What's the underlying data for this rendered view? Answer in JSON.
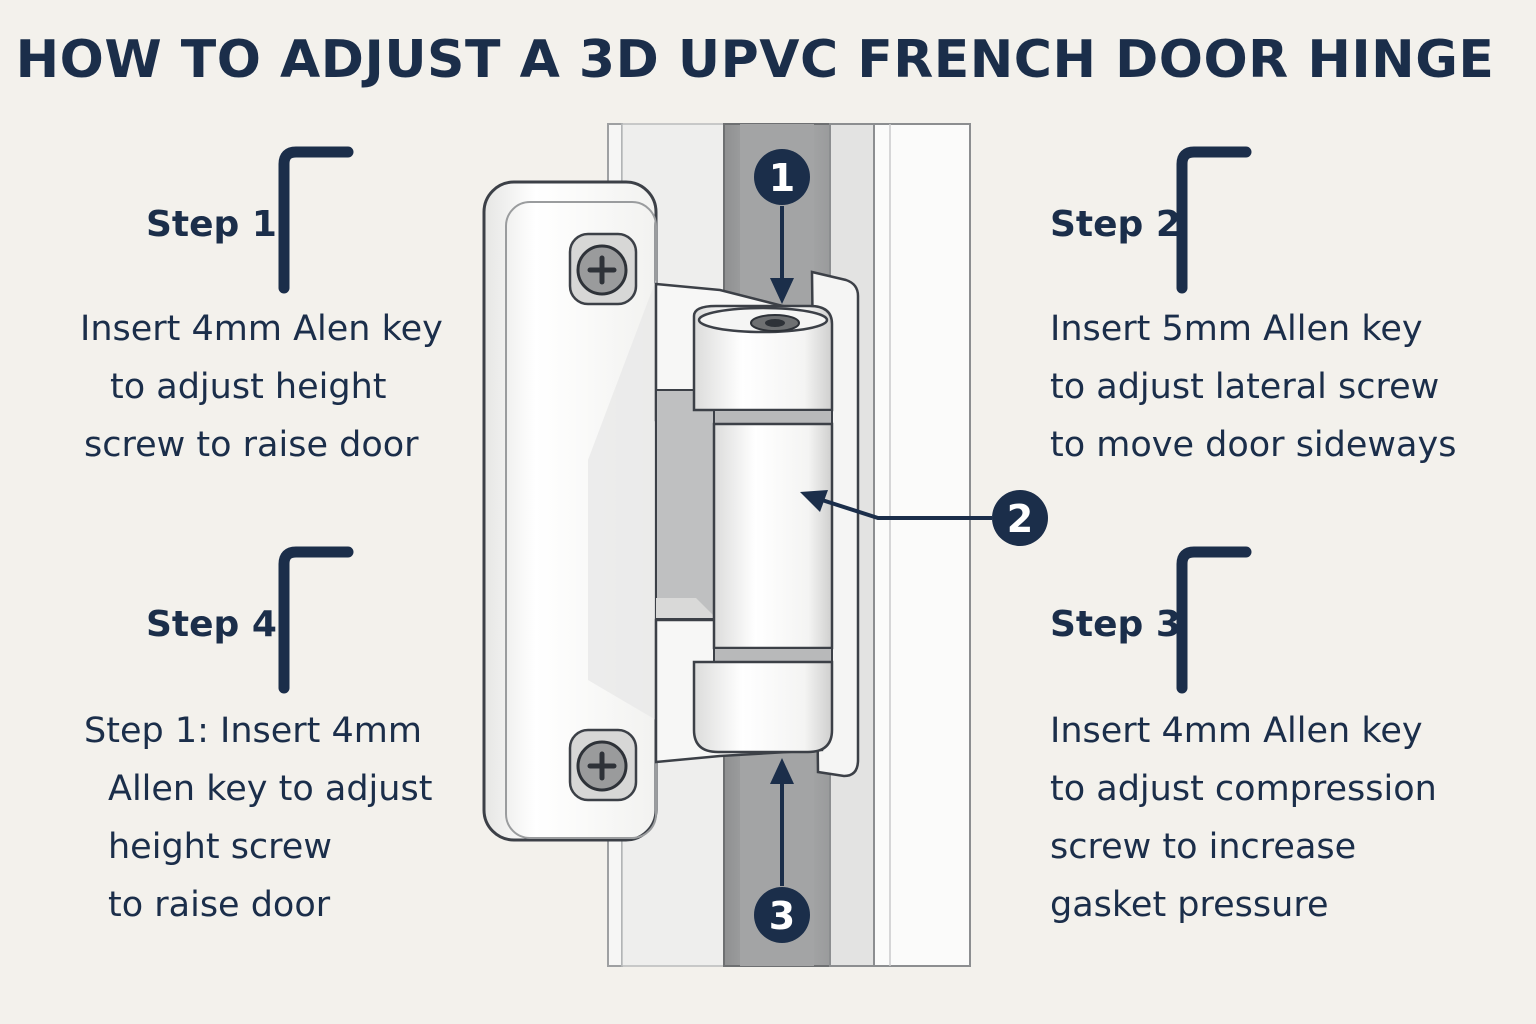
{
  "title": "HOW TO ADJUST A 3D UPVC FRENCH DOOR HINGE",
  "colors": {
    "ink": "#1b2e4a",
    "background": "#f3f1ec",
    "hinge": "#ffffff",
    "frame_grey": "#a7a8a9"
  },
  "icons": [
    "allen-key-icon",
    "screw-head-icon"
  ],
  "steps": {
    "step1": {
      "label": "Step 1",
      "lines": [
        "Insert 4mm Alen key",
        "to adjust height",
        "screw to raise door"
      ]
    },
    "step2": {
      "label": "Step 2",
      "lines": [
        "Insert 5mm Allen key",
        "to adjust lateral screw",
        "to move door sideways"
      ]
    },
    "step3": {
      "label": "Step 3",
      "lines": [
        "Insert 4mm Allen key",
        "to adjust compression",
        "screw to increase",
        "gasket pressure"
      ]
    },
    "step4": {
      "label": "Step 4",
      "lines": [
        "Step 1: Insert 4mm",
        "Allen key to adjust",
        "height screw",
        "to raise door"
      ]
    }
  },
  "callouts": {
    "one": "1",
    "two": "2",
    "three": "3"
  }
}
